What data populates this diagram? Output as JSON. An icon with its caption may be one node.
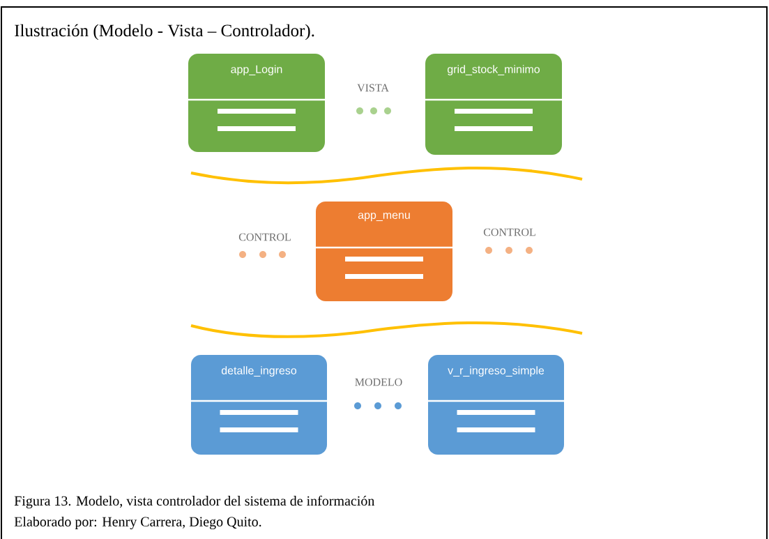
{
  "diagram": {
    "title": "Ilustración (Modelo - Vista – Controlador).",
    "nodes": [
      {
        "text": [
          "app_Login"
        ]
      },
      {
        "text": [
          "grid_stock_minimo"
        ]
      },
      {
        "text": [
          "app_menu"
        ]
      },
      {
        "text": [
          "detalle_ingreso"
        ]
      },
      {
        "text": [
          "v_r_ingreso_simple"
        ]
      }
    ],
    "labels": [
      "VISTA",
      "CONTROL",
      "CONTROL",
      "MODELO",
      "Elaborado por: Henry Carrera, Diego Quito."
    ],
    "caption": "Figura 13. Modelo, vista controlador del sistema de información"
  }
}
